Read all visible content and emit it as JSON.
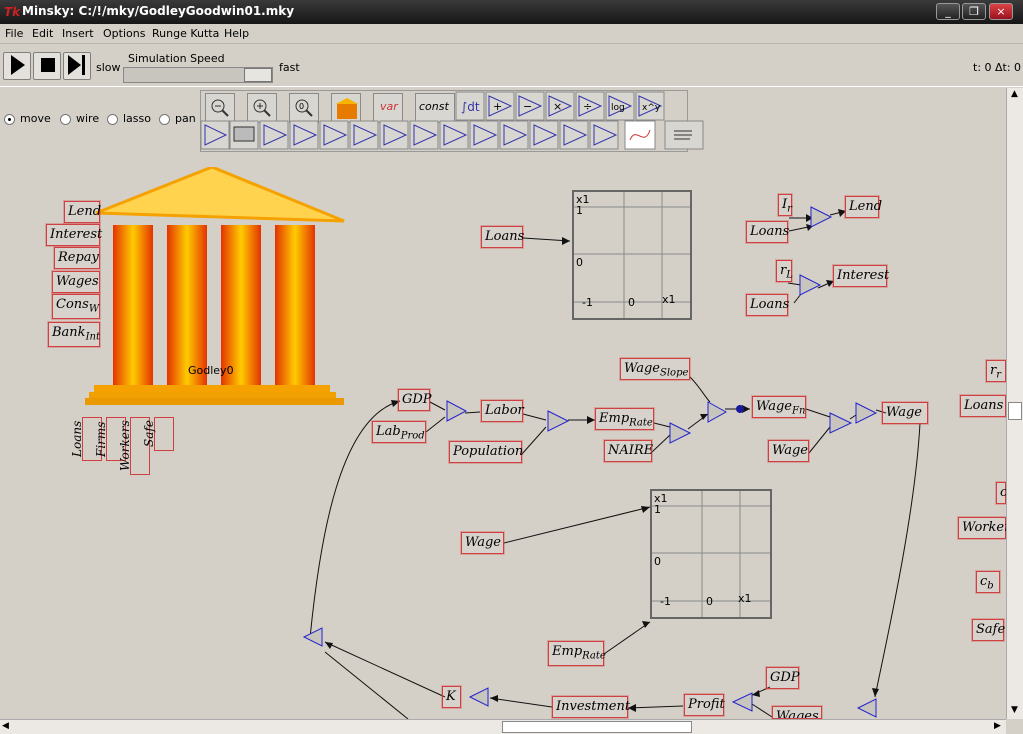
{
  "window": {
    "title": "Minsky: C:/!/mky/GodleyGoodwin01.mky",
    "app_icon": "Tk"
  },
  "menu": [
    "File",
    "Edit",
    "Insert",
    "Options",
    "Runge Kutta",
    "Help"
  ],
  "toolbar": {
    "slow": "slow",
    "fast": "fast",
    "speed_label": "Simulation Speed",
    "time": "t: 0 Δt: 0"
  },
  "modes": [
    "move",
    "wire",
    "lasso",
    "pan"
  ],
  "palette": {
    "var": "var",
    "const": "const",
    "dt": "∫dt",
    "log": "log",
    "x_pow": "x^y"
  },
  "godley": {
    "name": "Godley0",
    "rows": [
      "Lend",
      "Interest",
      "Repay",
      "Wages",
      "Cons",
      "Bank"
    ],
    "row_subs": [
      "",
      "",
      "",
      "",
      "W",
      "Int"
    ],
    "cols": [
      "Loans",
      "Firms",
      "Workers",
      "Safe"
    ]
  },
  "vars": {
    "loans1": "Loans",
    "loans2": "Loans",
    "loans3": "Loans",
    "ir": "I",
    "ir_sub": "r",
    "lend": "Lend",
    "rl": "r",
    "rl_sub": "L",
    "interest": "Interest",
    "gdp": "GDP",
    "labprod": "Lab",
    "labprod_sub": "Prod",
    "labor": "Labor",
    "population": "Population",
    "emp": "Emp",
    "emp_sub": "Rate",
    "naire": "NAIRE",
    "wageslope": "Wage",
    "wageslope_sub": "Slope",
    "wagefn": "Wage",
    "wagefn_sub": "Fn",
    "wage1": "Wage",
    "wage2": "Wage",
    "wage3": "Wage",
    "emp2": "Emp",
    "emp2_sub": "Rate",
    "k": "K",
    "investment": "Investment",
    "profit": "Profit",
    "gdp2": "GDP",
    "wages": "Wages",
    "r_right": "r",
    "r_right_sub": "r",
    "loans_right": "Loans",
    "c_right": "c",
    "workers_right": "Workers",
    "cb": "c",
    "cb_sub": "b",
    "safe_right": "Safe"
  },
  "plots": [
    {
      "x_top": "x1",
      "one": "1",
      "zero": "0",
      "neg": "-1",
      "o": "0",
      "x_bottom": "x1"
    },
    {
      "x_top": "x1",
      "one": "1",
      "zero": "0",
      "neg": "-1",
      "o": "0",
      "x_bottom": "x1"
    }
  ]
}
